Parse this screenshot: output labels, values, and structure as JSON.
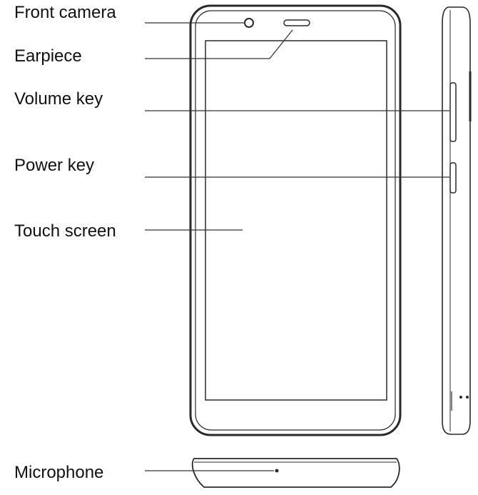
{
  "labels": {
    "front_camera": "Front camera",
    "earpiece": "Earpiece",
    "volume_key": "Volume key",
    "power_key": "Power key",
    "touch_screen": "Touch screen",
    "microphone": "Microphone"
  },
  "colors": {
    "line": "#333333",
    "outline": "#2a2a2a",
    "text": "#111111"
  }
}
